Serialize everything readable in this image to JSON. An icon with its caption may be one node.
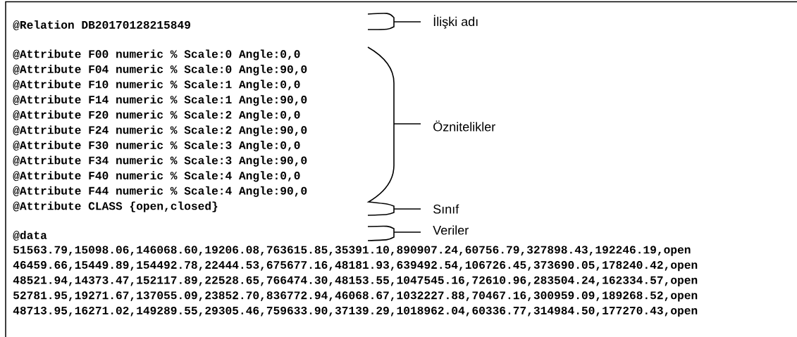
{
  "diagram": {
    "labels": [
      "@Relation DB20170128215849",
      "İlişki adı",
      "@Attribute F00 numeric % Scale:0 Angle:0,0",
      "@Attribute F04 numeric % Scale:0 Angle:90,0",
      "@Attribute F10 numeric % Scale:1 Angle:0,0",
      "@Attribute F14 numeric % Scale:1 Angle:90,0",
      "@Attribute F20 numeric % Scale:2 Angle:0,0",
      "@Attribute F24 numeric % Scale:2 Angle:90,0",
      "Öznitelikler",
      "@Attribute F30 numeric % Scale:3 Angle:0,0",
      "@Attribute F34 numeric % Scale:3 Angle:90,0",
      "@Attribute F40 numeric % Scale:4 Angle:0,0",
      "@Attribute F44 numeric % Scale:4 Angle:90,0",
      "@Attribute CLASS {open,closed}",
      "Sınıf",
      "@data",
      "Veriler",
      "51563.79,15098.06,146068.60,19206.08,763615.85,35391.10,890907.24,60756.79,327898.43,192246.19,open",
      "46459.66,15449.89,154492.78,22444.53,675677.16,48181.93,639492.54,106726.45,373690.05,178240.42,open",
      "48521.94,14373.47,152117.89,22528.65,766474.30,48153.55,1047545.16,72610.96,283504.24,162334.57,open",
      "52781.95,19271.67,137055.09,23852.70,836772.94,46068.67,1032227.88,70467.16,300959.09,189268.52,open",
      "48713.95,16271.02,149289.55,29305.46,759633.90,37139.29,1018962.04,60336.77,314984.50,177270.43,open"
    ]
  }
}
